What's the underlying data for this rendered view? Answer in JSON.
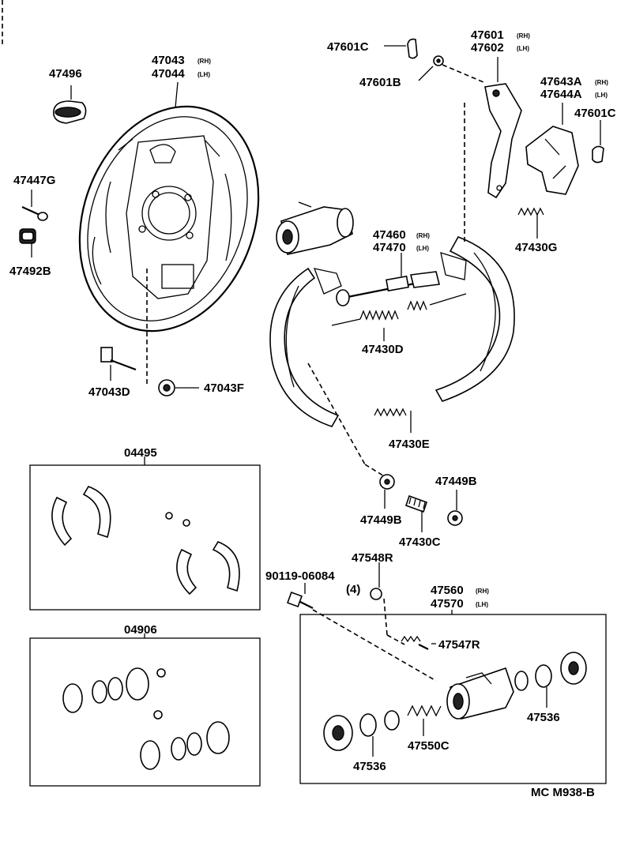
{
  "labels": {
    "p47496": "47496",
    "p47043": "47043",
    "p47044": "47044",
    "p47447g": "47447G",
    "p47492b": "47492B",
    "p47043d": "47043D",
    "p47043f": "47043F",
    "p47601c_top": "47601C",
    "p47601b": "47601B",
    "p47601": "47601",
    "p47602": "47602",
    "p47643a": "47643A",
    "p47644a": "47644A",
    "p47601c_right": "47601C",
    "p47430g": "47430G",
    "p47460": "47460",
    "p47470": "47470",
    "p47430d": "47430D",
    "p47430e": "47430E",
    "p47449b_right": "47449B",
    "p47449b_left": "47449B",
    "p47430c": "47430C",
    "p04495": "04495",
    "p04906": "04906",
    "p47548r": "47548R",
    "p90119": "90119-06084",
    "qty4": "(4)",
    "p47560": "47560",
    "p47570": "47570",
    "p47547r": "47547R",
    "p47536_right": "47536",
    "p47536_left": "47536",
    "p47550c": "47550C"
  },
  "side_tags": {
    "rh": "(RH)",
    "lh": "(LH)"
  },
  "figure_code": "MC M938-B"
}
